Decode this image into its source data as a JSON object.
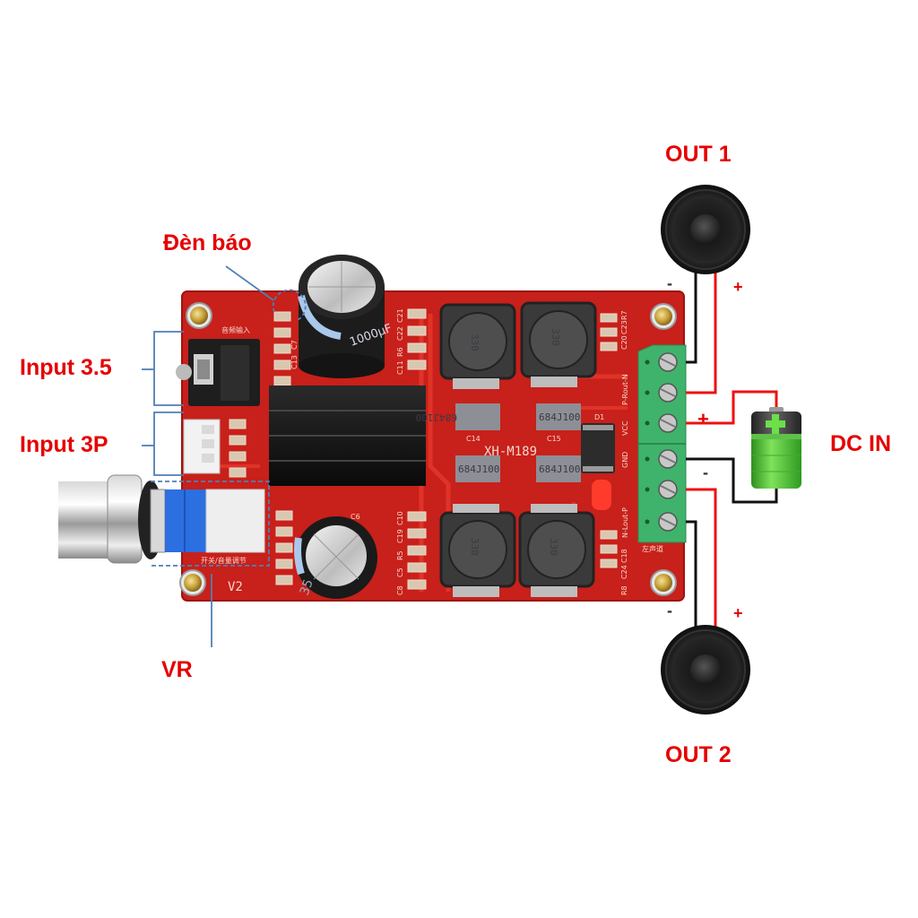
{
  "labels": {
    "indicator_led": "Đèn báo",
    "input_35": "Input 3.5",
    "input_3p": "Input 3P",
    "vr": "VR",
    "out1": "OUT 1",
    "out2": "OUT 2",
    "dc_in": "DC IN"
  },
  "polarity": {
    "minus": "-",
    "plus": "+"
  },
  "board": {
    "model": "XH-M189",
    "v2": "V2",
    "audio_input_cn": "音频输入",
    "switch_volume_cn": "开关/音量调节",
    "left_channel_cn": "左声道",
    "d1": "D1",
    "terminal_labels": [
      "P-Rout-N",
      "VCC",
      "GND",
      "N-Lout-P"
    ],
    "inductor_code": "330",
    "cap_code": "684J100",
    "cap_refs": [
      "C14",
      "C15"
    ],
    "electrolytic_top": "1000μF",
    "electrolytic_bottom_ref": "C6",
    "electrolytic_bottom": "35",
    "smd_refs_left": [
      "C13",
      "C7"
    ],
    "smd_refs_right": [
      "C21",
      "C22",
      "R6",
      "C11"
    ],
    "smd_refs_bottom_left": [
      "C8",
      "C5",
      "R5",
      "C19",
      "C10"
    ],
    "smd_refs_right_top": [
      "C20",
      "C23",
      "R7"
    ],
    "smd_refs_right_bottom": [
      "R8",
      "C24",
      "C18"
    ]
  },
  "colors": {
    "label_red": "#e60000",
    "pcb_red": "#c8201a",
    "terminal_green": "#3fb36b",
    "battery_green": "#4fd13a",
    "wire_red": "#ee1111",
    "wire_black": "#111111",
    "callout_blue": "#4f7fb5"
  }
}
